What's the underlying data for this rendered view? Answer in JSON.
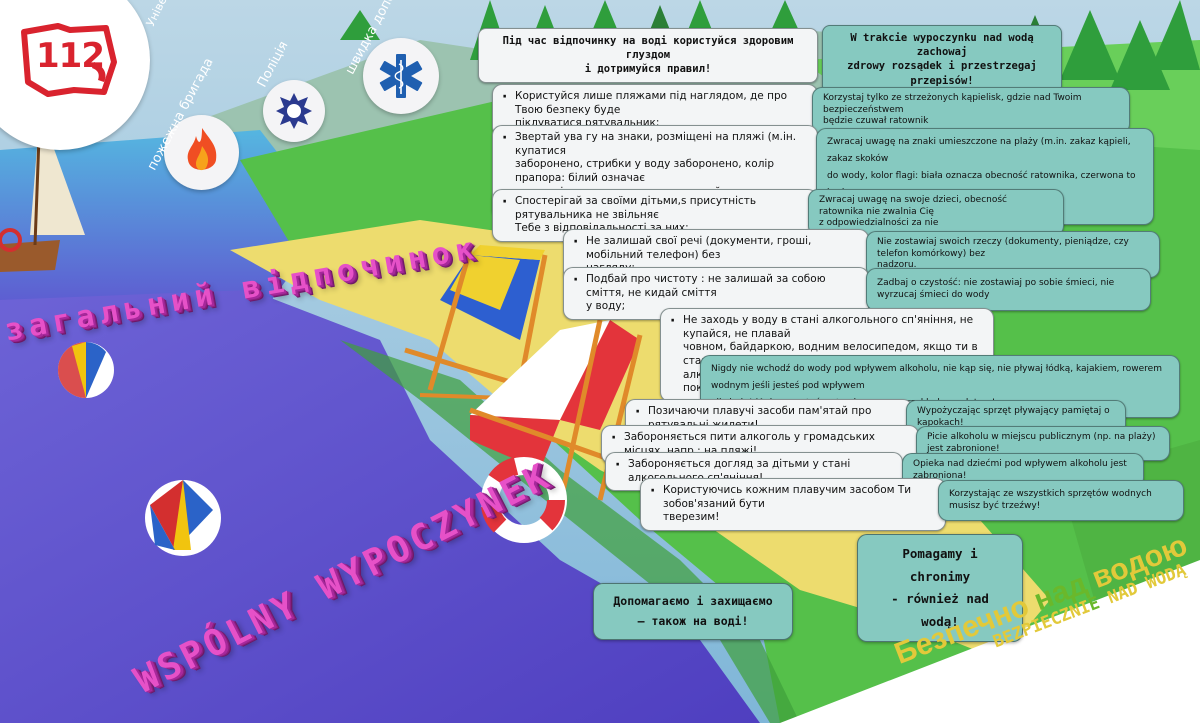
{
  "emergency": {
    "number": "112",
    "arc_text": "Універсальний номер служби порятунку",
    "fire_label": "пожежна бригада",
    "police_label": "Поліція",
    "ambulance_label": "швидка допомога"
  },
  "header": {
    "ua": "Під час відпочинку на воді користуйся здоровим глуздом\nі дотримуйся правил!",
    "pl": "W trakcie wypoczynku nad wodą zachowaj\nzdrowy rozsądek i przestrzegaj przepisów!"
  },
  "rules": [
    {
      "ua": "Користуйся лише  пляжами під наглядом,  де про Твою безпеку буде\nпіклуватися рятувальник;",
      "pl": "Korzystaj tylko ze strzeżonych kąpielisk,  gdzie nad Twoim bezpieczeństwem\nbędzie czuwał ratownik"
    },
    {
      "ua": "Звертай ува  гу на знаки, розміщені на пляжі (м.ін. купатися\nзаборонено, стрибки у воду заборонено, колір прапора: білий означає\nприсутність рятувальника, червоний\nі купатися заборонено);",
      "pl": "Zwracaj uwagę na znaki umieszczone na plaży (m.in. zakaz kąpieli, zakaz skoków\ndo wody,    kolor flagi: biała oznacza obecność ratownika, czerwona to brak\nratownika i zakaz kąpieli)"
    },
    {
      "ua": "Спостерігай за своїми дітьми,s  присутність рятувальника не звільняє\nТебе з відповідальності за них;",
      "pl": "Zwracaj uwagę na swoje dzieci, obecność ratownika nie zwalnia Cię\nz odpowiedzialności za nie"
    },
    {
      "ua": "Не залишай свої речі (документи, гроші,  мобільний телефон) без\nнагляду;",
      "pl": "Nie zostawiaj swoich  rzeczy (dokumenty, pieniądze, czy telefon komórkowy) bez\nnadzoru."
    },
    {
      "ua": "Подбай про чистоту  : не залишай за собою сміття, не кидай сміття\nу воду;",
      "pl": "Zadbaj o czystość: nie zostawiaj po sobie śmieci, nie wyrzucaj śmieci do wody"
    },
    {
      "ua": "Не заходь у воду в стані алкогольного сп'яніння, не купайся, не плавай\nчовном, байдаркою, водним велосипедом, якщо ти  в стані\nалкогольного сп'яніння!  Ти можеш бути за це покараний штрафом!",
      "pl": "Nigdy nie wchodź do wody pod wpływem alkoholu, nie kąp się, nie pływaj łódką, kajakiem, rowerem wodnym jeśli jesteś pod wpływem\nalkoholu! Możesz zostać za to ukarany na przykład mandatem!"
    },
    {
      "ua": "Позичаючи плавучі засоби пам'ятай про рятувальні жилети!",
      "pl": "Wypożyczając sprzęt pływający pamiętaj o kapokach!"
    },
    {
      "ua": "Забороняється пити алкоголь у громадських місцях, напр.: на пляжі!",
      "pl": "Picie alkoholu w miejscu publicznym (np. na plaży) jest zabronione!"
    },
    {
      "ua": "Забороняється догляд за дітьми у стані алкогольного сп'яніння!",
      "pl": "Opieka nad dziećmi pod wpływem alkoholu jest zabroniona!"
    },
    {
      "ua": "Користуючись кожним плавучим  засобом  Ти зобов'язаний бути\nтверезим!",
      "pl": "Korzystając ze wszystkich sprzętów wodnych musisz być trzeźwy!"
    }
  ],
  "slogans": {
    "ua": "Допомагаємо і захищаємо\n–  також на воді!",
    "pl": "Pomagamy i chronimy\n- również nad wodą!"
  },
  "titles": {
    "ua_rest": "загальний відпочинок",
    "pl_rest": "WSPÓLNY WYPOCZYNEK"
  },
  "banner": {
    "ua_prefix": "Безпечно ",
    "ua_highlight": "над",
    "ua_suffix": " водою",
    "pl_prefix": "BEZPIECZNI",
    "pl_highlight": "E",
    "pl_suffix": " NAD WODĄ"
  },
  "colors": {
    "water": "#5f4fcf",
    "sand": "#eddc6e",
    "grass": "#55c04a",
    "ua_bubble": "#f3f5f6",
    "pl_bubble": "#86c9c0",
    "title_pink": "#e651c8",
    "banner_green": "#a4cf2a",
    "emergency_red": "#d9232e"
  }
}
